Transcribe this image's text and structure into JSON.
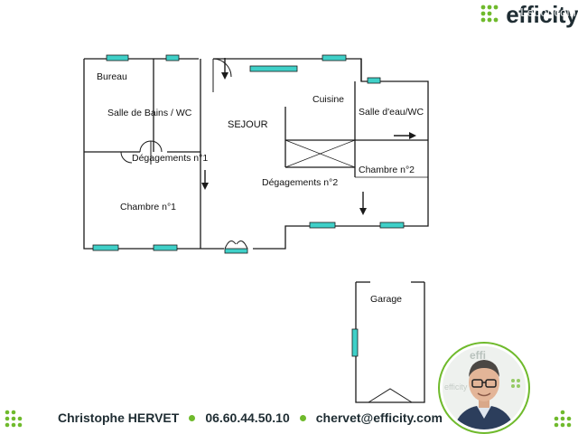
{
  "brand": {
    "name": "efficity",
    "watermark": "Leboncoin",
    "accent_color": "#6fba2c",
    "text_color": "#1f2d33"
  },
  "plan": {
    "wall_color": "#1a1a1a",
    "window_color": "#3fd0c8",
    "rooms": {
      "bureau": "Bureau",
      "sdb": "Salle de Bains / WC",
      "degagement1": "Dégagements n°1",
      "sejour": "SEJOUR",
      "cuisine": "Cuisine",
      "salle_eau": "Salle d'eau/WC",
      "chambre2": "Chambre n°2",
      "degagement2": "Dégagements n°2",
      "chambre1": "Chambre n°1",
      "garage": "Garage"
    }
  },
  "contact": {
    "name": "Christophe HERVET",
    "phone": "06.60.44.50.10",
    "email": "chervet@efficity.com"
  },
  "avatar": {
    "background_brand": "efficity"
  }
}
